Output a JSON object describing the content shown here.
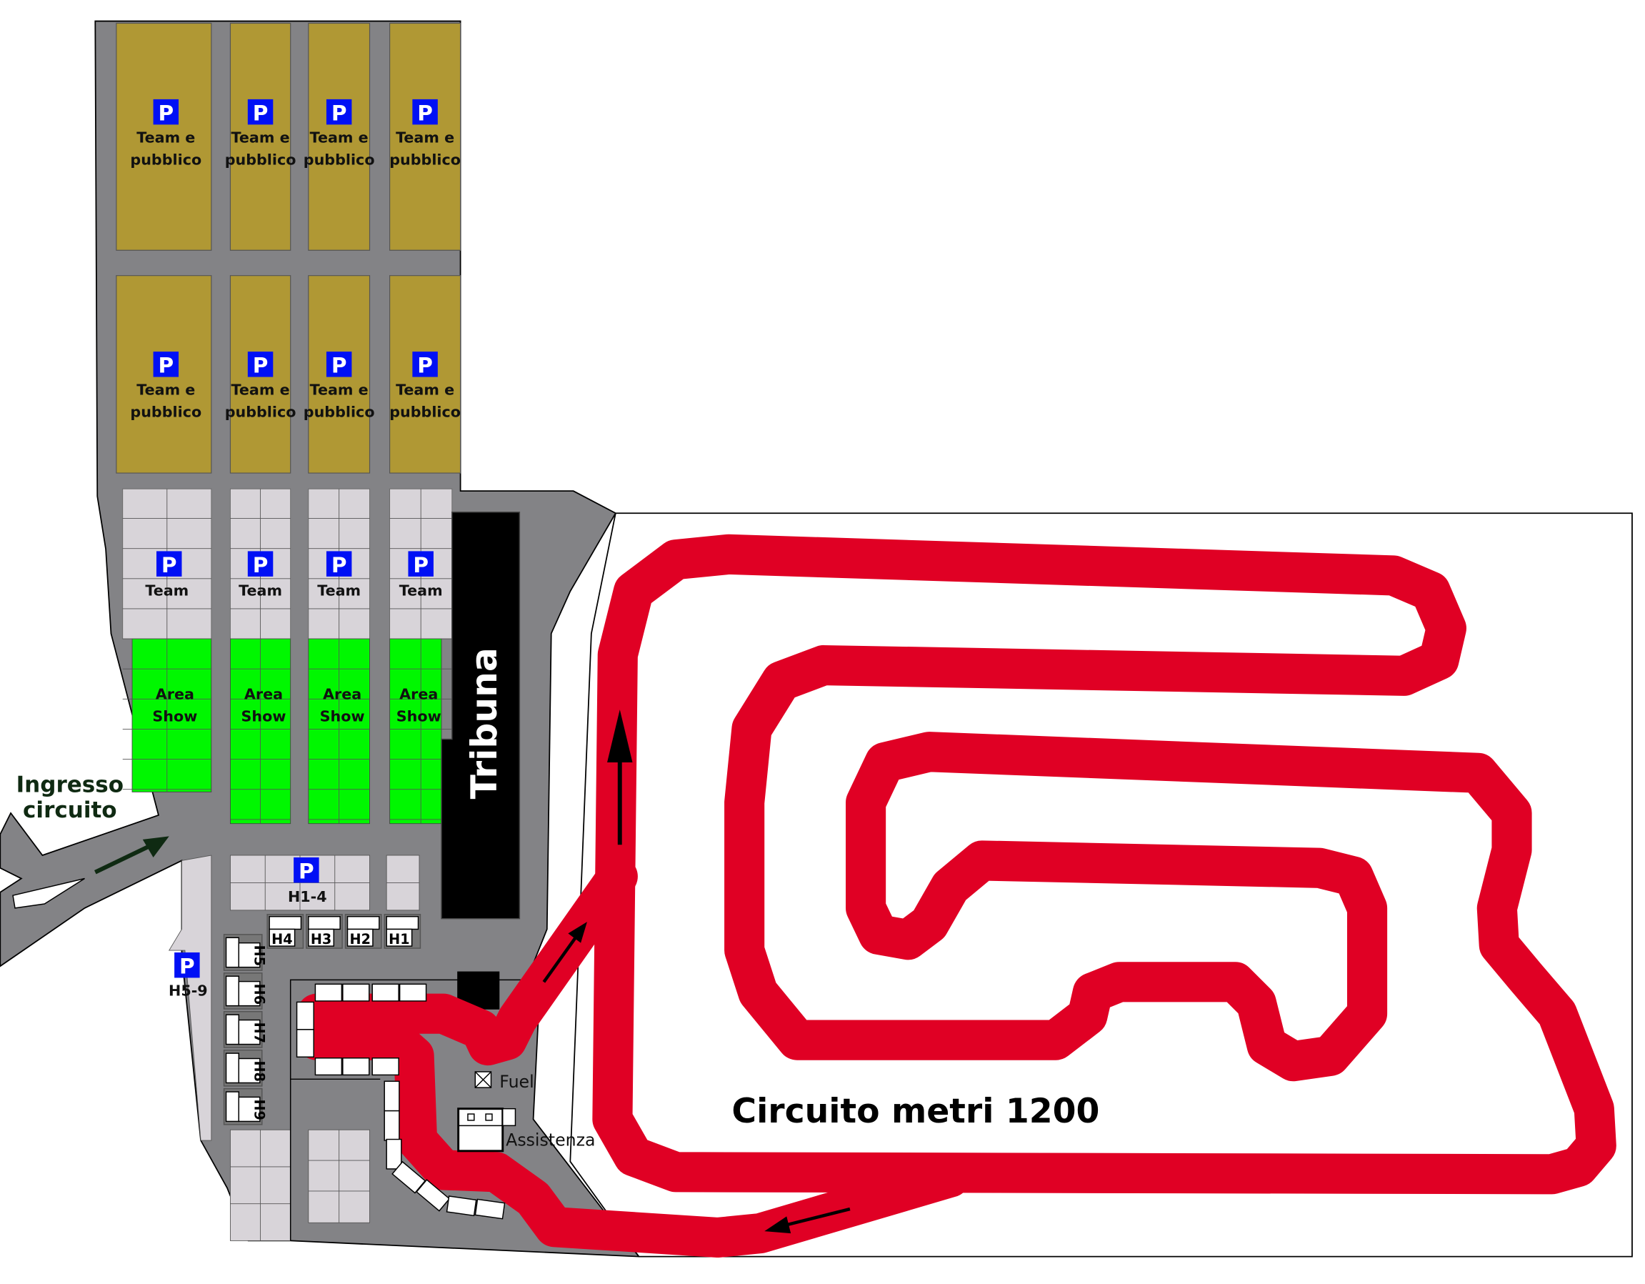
{
  "parking_symbol": "P",
  "public_lot": {
    "line1": "Team e",
    "line2": "pubblico"
  },
  "team_lot": {
    "label": "Team"
  },
  "show_area": {
    "line1": "Area",
    "line2": "Show"
  },
  "entrance": {
    "line1": "Ingresso",
    "line2": "circuito"
  },
  "tribune": "Tribuna",
  "hangar_parking": {
    "h1_4": "H1-4",
    "h5_9": "H5-9"
  },
  "hangars": [
    "H1",
    "H2",
    "H3",
    "H4",
    "H5",
    "H6",
    "H7",
    "H8",
    "H9"
  ],
  "fuel": "Fuel",
  "assistance": "Assistenza",
  "circuit_label": "Circuito metri 1200",
  "colors": {
    "road": "#838386",
    "public_parking": "#B09834",
    "team_parking": "#D8D4D9",
    "show_area": "#00F700",
    "parking_sign": "#0010F5",
    "track": "#E00024",
    "tribune": "#000000"
  }
}
